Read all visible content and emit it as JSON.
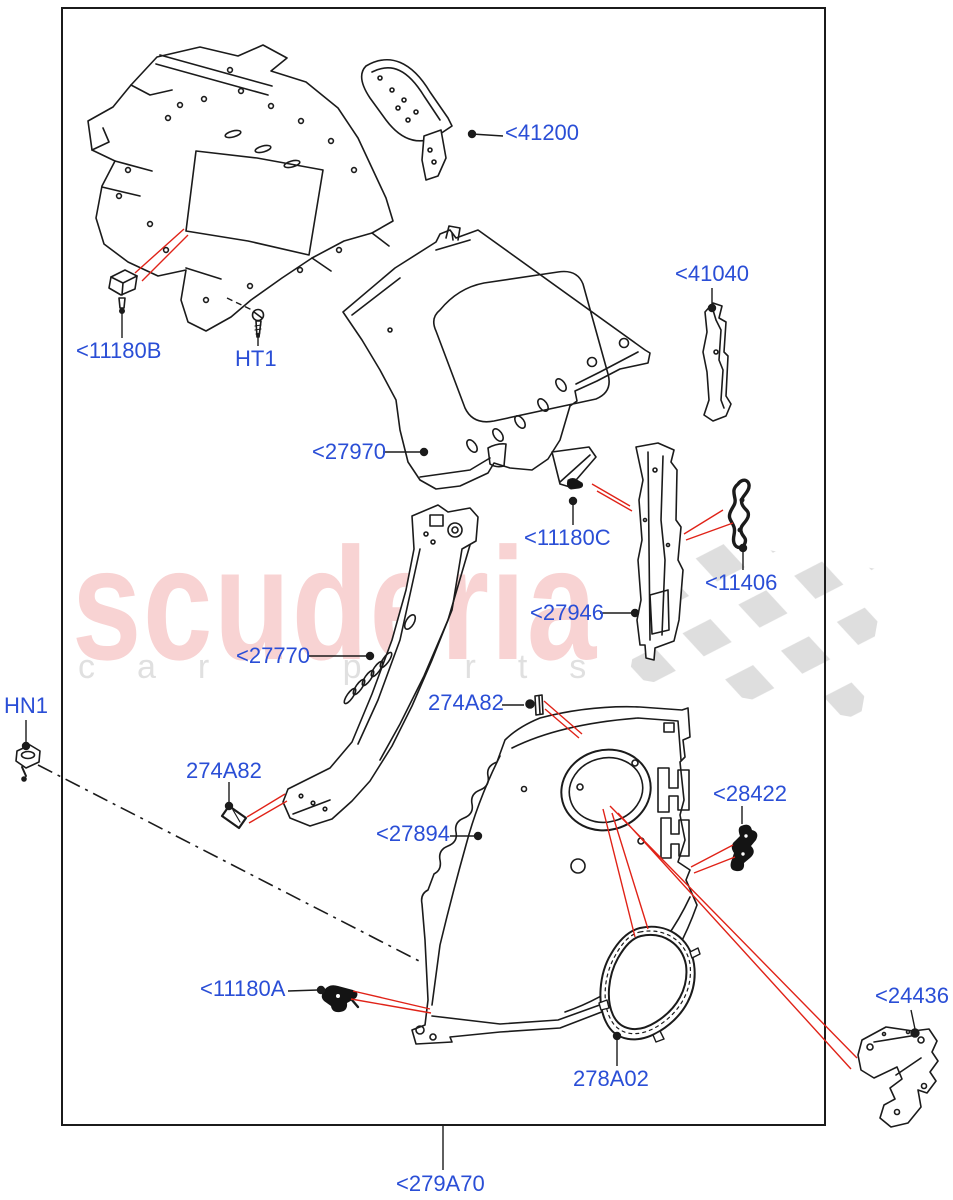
{
  "watermark": {
    "brand": "scuderia",
    "tagline": "car parts"
  },
  "labels": [
    {
      "id": "41200",
      "text": "<41200"
    },
    {
      "id": "11180B",
      "text": "<11180B"
    },
    {
      "id": "HT1",
      "text": "HT1"
    },
    {
      "id": "41040",
      "text": "<41040"
    },
    {
      "id": "27970",
      "text": "<27970"
    },
    {
      "id": "11180C",
      "text": "<11180C"
    },
    {
      "id": "11406",
      "text": "<11406"
    },
    {
      "id": "27946",
      "text": "<27946"
    },
    {
      "id": "27770",
      "text": "<27770"
    },
    {
      "id": "274A82-upper",
      "text": "274A82"
    },
    {
      "id": "274A82-lower",
      "text": "274A82"
    },
    {
      "id": "HN1",
      "text": "HN1"
    },
    {
      "id": "27894",
      "text": "<27894"
    },
    {
      "id": "28422",
      "text": "<28422"
    },
    {
      "id": "11180A",
      "text": "<11180A"
    },
    {
      "id": "278A02",
      "text": "278A02"
    },
    {
      "id": "24436",
      "text": "<24436"
    },
    {
      "id": "279A70",
      "text": "<279A70"
    }
  ],
  "icons": {
    "fasteners": [
      "bolt-icon",
      "screw-icon",
      "nut-icon",
      "pin-icon"
    ],
    "watermark": [
      "checkered-flag-icon"
    ]
  },
  "colors": {
    "label_blue": "#2a4ed6",
    "leader_red": "#e02318",
    "line_black": "#1b1b1b",
    "watermark_pink": "#f8d3d3",
    "watermark_gray": "#e0e0e0",
    "flag_gray": "#dedede",
    "background": "#ffffff"
  }
}
